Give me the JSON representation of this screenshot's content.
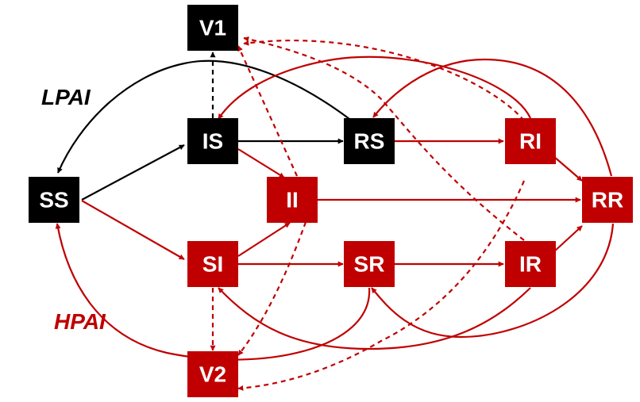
{
  "colors": {
    "lpai": "#000000",
    "hpai": "#c00000",
    "text": "#ffffff"
  },
  "labels": {
    "lpai": "LPAI",
    "hpai": "HPAI"
  },
  "nodes": [
    {
      "id": "V1",
      "label": "V1",
      "color": "lpai"
    },
    {
      "id": "IS",
      "label": "IS",
      "color": "lpai"
    },
    {
      "id": "RS",
      "label": "RS",
      "color": "lpai"
    },
    {
      "id": "SS",
      "label": "SS",
      "color": "lpai"
    },
    {
      "id": "RI",
      "label": "RI",
      "color": "hpai"
    },
    {
      "id": "II",
      "label": "II",
      "color": "hpai"
    },
    {
      "id": "RR",
      "label": "RR",
      "color": "hpai"
    },
    {
      "id": "SI",
      "label": "SI",
      "color": "hpai"
    },
    {
      "id": "SR",
      "label": "SR",
      "color": "hpai"
    },
    {
      "id": "IR",
      "label": "IR",
      "color": "hpai"
    },
    {
      "id": "V2",
      "label": "V2",
      "color": "hpai"
    }
  ],
  "edges": [
    {
      "from": "SS",
      "to": "IS",
      "color": "lpai",
      "style": "solid"
    },
    {
      "from": "IS",
      "to": "RS",
      "color": "lpai",
      "style": "solid"
    },
    {
      "from": "RS",
      "to": "SS",
      "color": "lpai",
      "style": "solid"
    },
    {
      "from": "IS",
      "to": "V1",
      "color": "lpai",
      "style": "dashed"
    },
    {
      "from": "SS",
      "to": "SI",
      "color": "hpai",
      "style": "solid"
    },
    {
      "from": "SI",
      "to": "SR",
      "color": "hpai",
      "style": "solid"
    },
    {
      "from": "SR",
      "to": "IR",
      "color": "hpai",
      "style": "solid"
    },
    {
      "from": "IR",
      "to": "RR",
      "color": "hpai",
      "style": "solid"
    },
    {
      "from": "RS",
      "to": "RI",
      "color": "hpai",
      "style": "solid"
    },
    {
      "from": "RI",
      "to": "RR",
      "color": "hpai",
      "style": "solid"
    },
    {
      "from": "IS",
      "to": "II",
      "color": "hpai",
      "style": "solid"
    },
    {
      "from": "SI",
      "to": "II",
      "color": "hpai",
      "style": "solid"
    },
    {
      "from": "II",
      "to": "RR",
      "color": "hpai",
      "style": "solid"
    },
    {
      "from": "RI",
      "to": "IS",
      "color": "hpai",
      "style": "solid"
    },
    {
      "from": "RR",
      "to": "RS",
      "color": "hpai",
      "style": "solid"
    },
    {
      "from": "RR",
      "to": "SR",
      "color": "hpai",
      "style": "solid"
    },
    {
      "from": "IR",
      "to": "SI",
      "color": "hpai",
      "style": "solid"
    },
    {
      "from": "SR",
      "to": "SS",
      "color": "hpai",
      "style": "solid"
    },
    {
      "from": "SI",
      "to": "V2",
      "color": "hpai",
      "style": "dashed"
    },
    {
      "from": "II",
      "to": "V1",
      "color": "hpai",
      "style": "dashed"
    },
    {
      "from": "RI",
      "to": "V1",
      "color": "hpai",
      "style": "dashed"
    },
    {
      "from": "IR",
      "to": "V1",
      "color": "hpai",
      "style": "dashed"
    },
    {
      "from": "RS",
      "to": "V2",
      "color": "hpai",
      "style": "dashed"
    },
    {
      "from": "RR",
      "to": "V2",
      "color": "hpai",
      "style": "dashed"
    }
  ]
}
